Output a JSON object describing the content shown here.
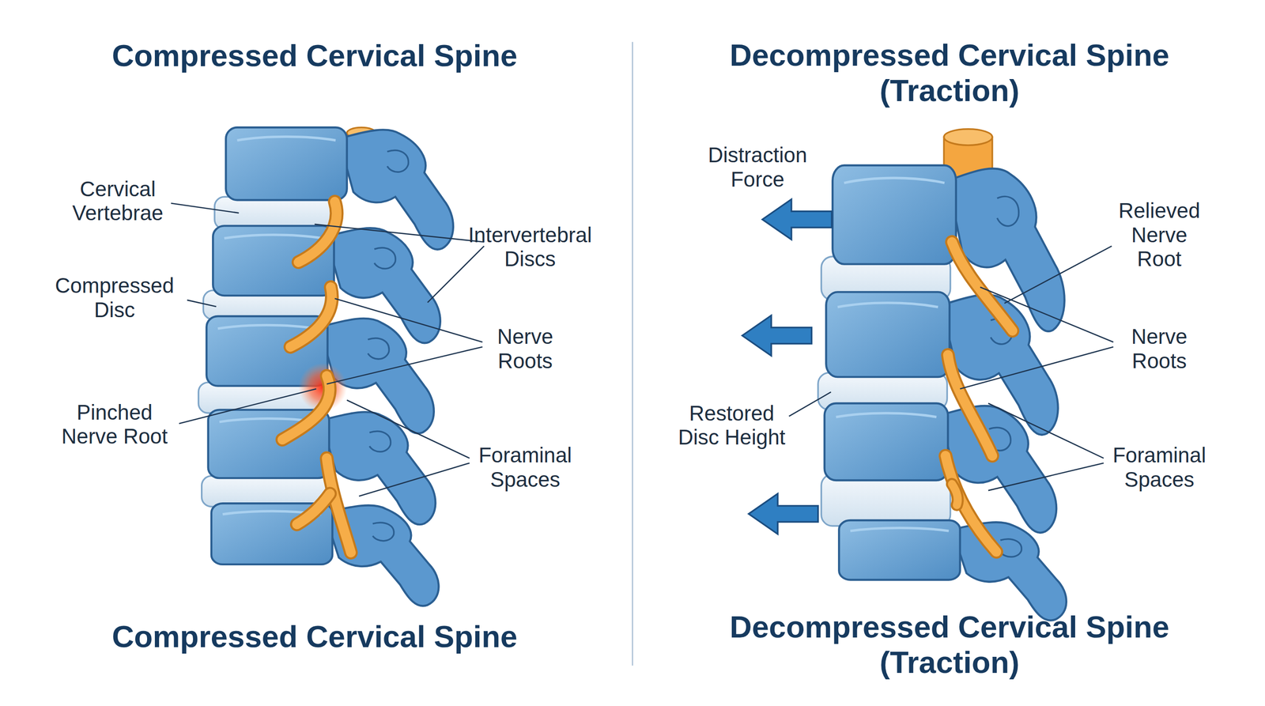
{
  "diagram": {
    "labels": [
      "Compressed Cervical Spine",
      "Decompressed Cervical Spine (Traction)",
      "Cervical Vertebrae",
      "Intervertebral Discs",
      "Compressed Disc",
      "Nerve Roots",
      "Pinched Nerve Root",
      "Foraminal Spaces",
      "Distraction Force",
      "Relieved Nerve Root",
      "Nerve Roots",
      "Restored Disc Height",
      "Foraminal Spaces",
      "Compressed Cervical Spine",
      "Decompressed Cervical Spine (Traction)"
    ]
  }
}
